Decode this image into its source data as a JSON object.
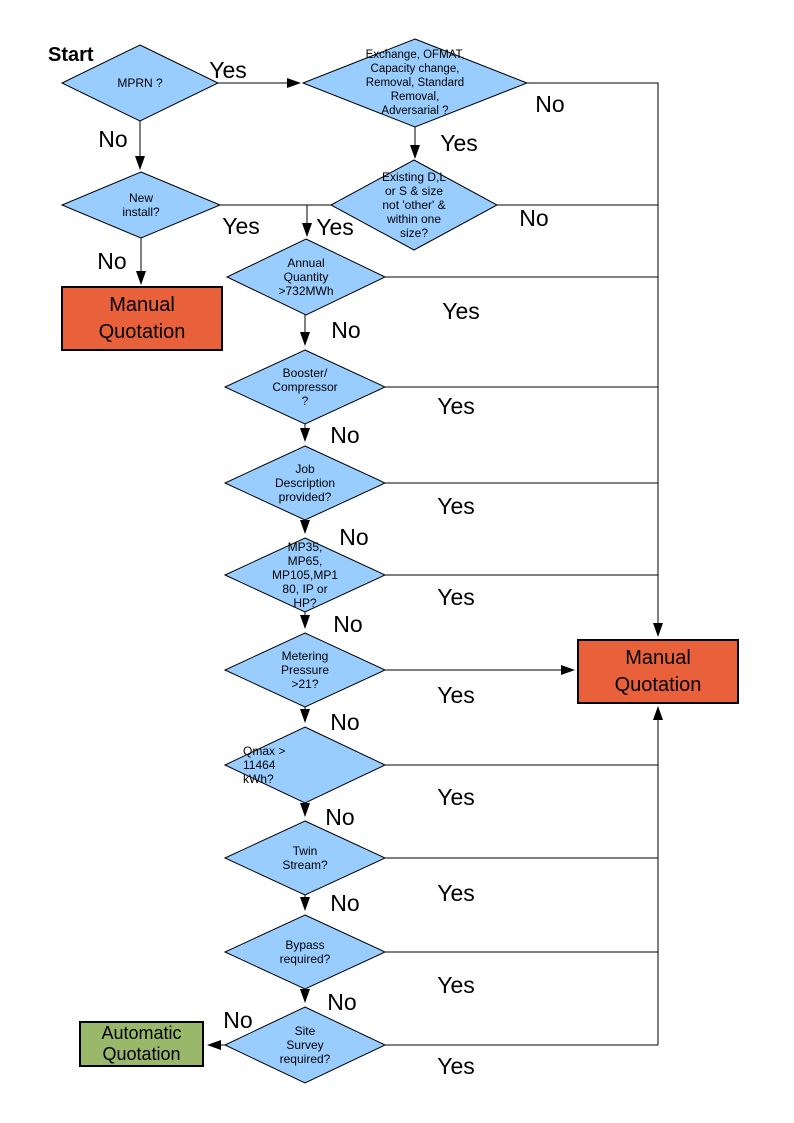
{
  "title": "Start",
  "labels": {
    "yes": "Yes",
    "no": "No"
  },
  "colors": {
    "decision_fill": "#99CCFF",
    "manual_fill": "#E8613B",
    "automatic_fill": "#9AB869",
    "line": "#000000"
  },
  "nodes": {
    "mprn": {
      "type": "decision",
      "label": "MPRN ?"
    },
    "new_install": {
      "type": "decision",
      "label": "New\ninstall?"
    },
    "exchange": {
      "type": "decision",
      "label": "Exchange, OFMAT,\nCapacity change,\nRemoval, Standard\nRemoval,\nAdversarial ?"
    },
    "existing_size": {
      "type": "decision",
      "label": "Existing D,L\nor S & size\nnot 'other' &\nwithin one\nsize?"
    },
    "annual_quantity": {
      "type": "decision",
      "label": "Annual\nQuantity\n>732MWh"
    },
    "booster_compressor": {
      "type": "decision",
      "label": "Booster/\nCompressor\n?"
    },
    "job_description": {
      "type": "decision",
      "label": "Job\nDescription\nprovided?"
    },
    "pressure_tier": {
      "type": "decision",
      "label": "MP35,\nMP65,\nMP105,MP1\n80, IP or\nHP?"
    },
    "metering_pressure": {
      "type": "decision",
      "label": "Metering\nPressure\n>21?"
    },
    "qmax": {
      "type": "decision",
      "label": "Qmax >\n11464\nkWh?"
    },
    "twin_stream": {
      "type": "decision",
      "label": "Twin\nStream?"
    },
    "bypass": {
      "type": "decision",
      "label": "Bypass\nrequired?"
    },
    "site_survey": {
      "type": "decision",
      "label": "Site\nSurvey\nrequired?"
    },
    "manual_quotation_left": {
      "type": "terminal",
      "label": "Manual\nQuotation"
    },
    "manual_quotation_right": {
      "type": "terminal",
      "label": "Manual\nQuotation"
    },
    "automatic_quotation": {
      "type": "terminal",
      "label": "Automatic\nQuotation"
    }
  }
}
